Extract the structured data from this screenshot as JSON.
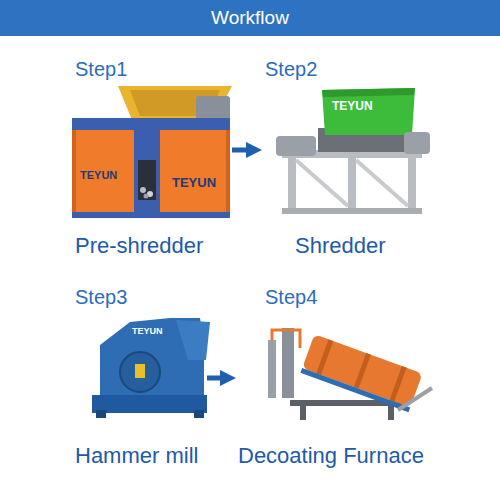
{
  "diagram": {
    "title": "Workflow",
    "nodes": [
      {
        "text": [
          "Step1",
          "Pre-shredder"
        ]
      },
      {
        "text": [
          "Step2",
          "Shredder"
        ]
      },
      {
        "text": [
          "Step3",
          "Hammer mill"
        ]
      },
      {
        "text": [
          "Step4",
          "Decoating Furnace"
        ]
      }
    ],
    "edges": [
      {
        "from": 0,
        "to": 1,
        "arrow": "to"
      },
      {
        "from": 2,
        "to": 3,
        "arrow": "to"
      }
    ],
    "labels": [
      "TEYUN",
      "TEYUN",
      "TEYUN",
      "TEYUN"
    ]
  }
}
